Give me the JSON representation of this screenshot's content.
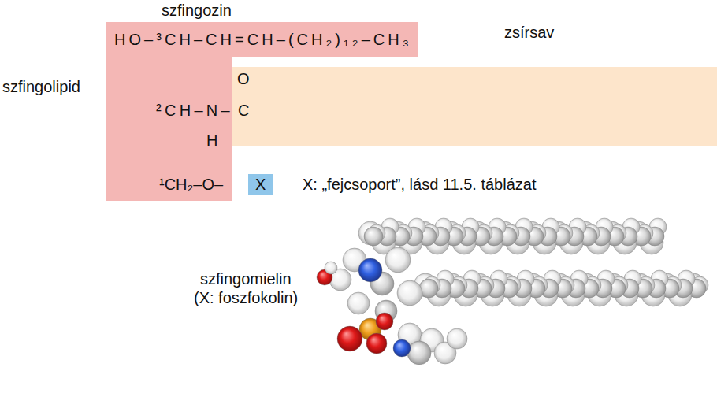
{
  "diagram": {
    "nodes": [
      {
        "text": [
          "szfingozin"
        ]
      },
      {
        "text": [
          "zsírsav"
        ]
      },
      {
        "text": [
          "X"
        ]
      }
    ],
    "labels": [
      "szfingolipid",
      "HO–³CH–CH=CH–(CH₂)₁₂–CH₃",
      "²CH–N–",
      "C",
      "O",
      "H",
      "¹CH₂–O–",
      "X: „fejcsoport”, lásd 11.5. táblázat",
      "szfingomielin",
      "(X: foszfokolin)"
    ]
  }
}
